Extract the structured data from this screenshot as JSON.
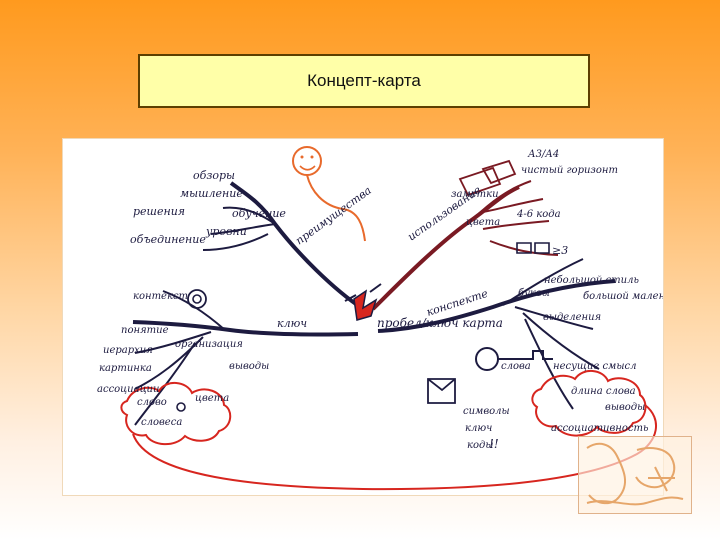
{
  "slide": {
    "title": "Концепт-карта"
  },
  "map": {
    "center_label": "пробел/ключ картa",
    "branches": {
      "top_left": "преимущества",
      "top_right": "использование",
      "left": "ключ",
      "right": "конспекте"
    },
    "sub_labels": {
      "top_left": [
        "обзоры",
        "мышление",
        "обучение",
        "решения",
        "объединение",
        "уровни"
      ],
      "top_right": [
        "заметки",
        "А3/А4",
        "чистый горизонт",
        "цвета",
        "4-6 кода",
        "≥3"
      ],
      "left": [
        "контекст",
        "понятие",
        "организация",
        "иерархия",
        "выводы",
        "картинка",
        "словеса",
        "ассоциации",
        "слово",
        "цвета"
      ],
      "right": [
        "буквы",
        "небольшой стиль",
        "большой маленький",
        "выделения",
        "слова",
        "несущие смысл",
        "длина слова",
        "выводы",
        "ассоциативность",
        "символы",
        "ключ",
        "!!",
        "коды"
      ]
    },
    "colors": {
      "ink_dark": "#1d1b40",
      "ink_red": "#7a1a23",
      "ink_orange": "#e86a2c",
      "ink_accent_red": "#d7261f"
    }
  },
  "decor": {
    "corner_icon": "sketch-doodle-icon"
  }
}
